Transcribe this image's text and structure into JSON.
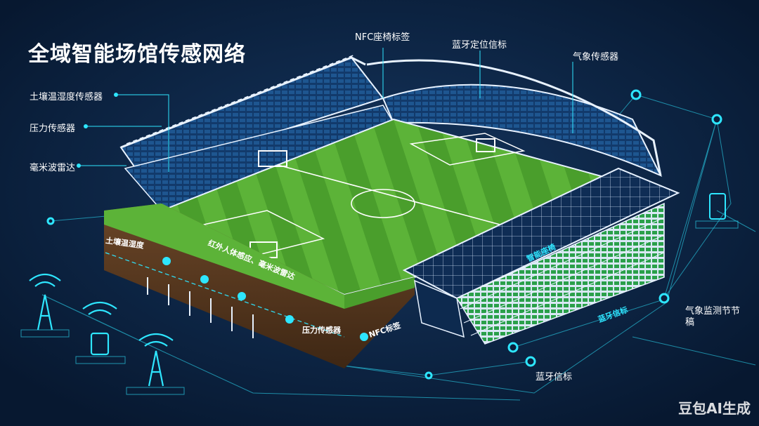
{
  "title": "全域智能场馆传感网络",
  "labels": {
    "nfc_seat": "NFC座椅标签",
    "ble_beacon": "蓝牙定位信标",
    "weather": "气象传感器",
    "soil": "土壤温湿度传感器",
    "pressure": "压力传感器",
    "mmwave": "毫米波雷达",
    "weather_station": "气象监测节节稿",
    "ble_beacon_2": "蓝牙信标"
  },
  "field_labels": {
    "soil_layer": "土壤温湿度",
    "ir_mmwave": "红外人体感应、毫米波雷达",
    "pressure_layer": "压力传感器",
    "nfc_tag": "NFC标签",
    "smart_stand": "智能座椅",
    "ble_stand": "蓝牙信标"
  },
  "watermark": "豆包AI生成",
  "colors": {
    "background": "#0a1f3c",
    "accent": "#2ee6ff",
    "grass_light": "#5fb83a",
    "grass_dark": "#3f8f27",
    "soil": "#5a3a22",
    "structure": "#e8f2ff"
  }
}
